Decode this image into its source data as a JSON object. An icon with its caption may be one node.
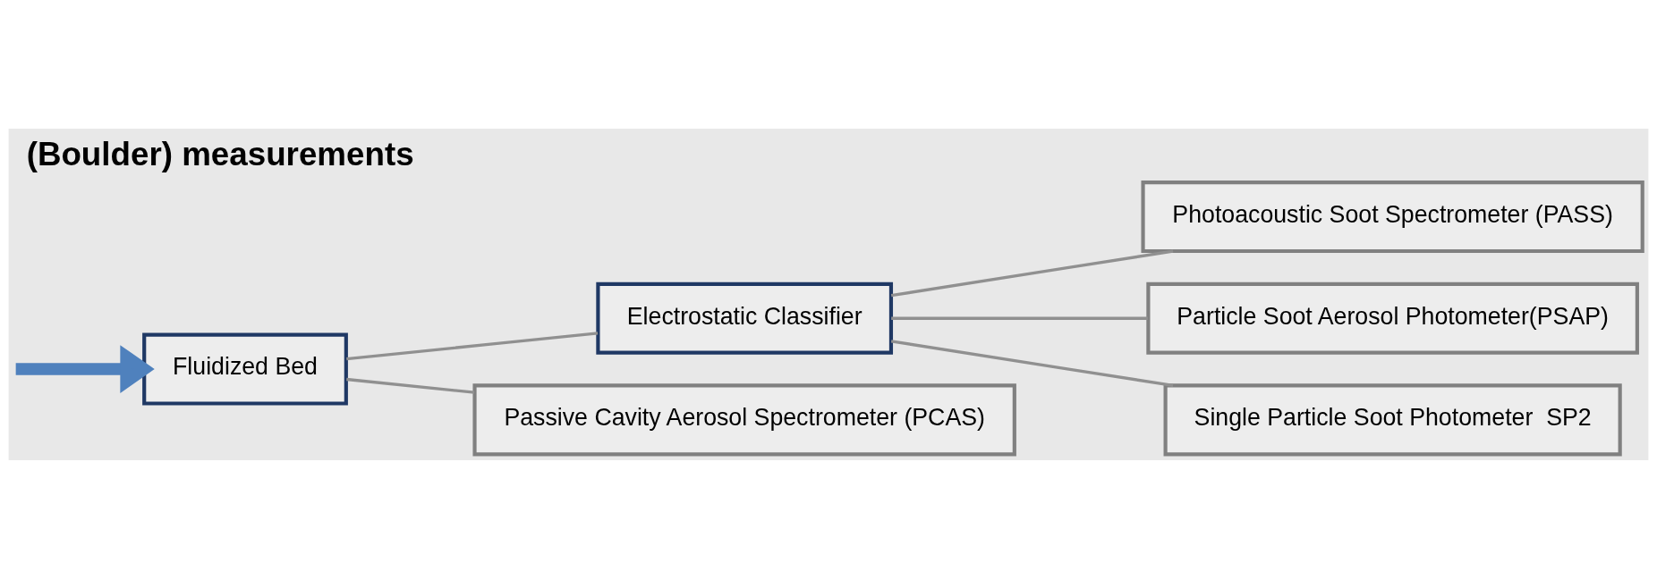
{
  "diagram": {
    "title": "(Boulder) measurements",
    "nodes": [
      {
        "text": [
          "Fluidized Bed"
        ]
      },
      {
        "text": [
          "Electrostatic Classifier"
        ]
      },
      {
        "text": [
          "Photoacoustic Soot Spectrometer (PASS)"
        ]
      },
      {
        "text": [
          "Particle Soot Aerosol Photometer(PSAP)"
        ]
      },
      {
        "text": [
          "Single Particle Soot Photometer  SP2"
        ]
      },
      {
        "text": [
          "Passive Cavity Aerosol Spectrometer (PCAS)"
        ]
      }
    ],
    "edges": [
      {
        "from": null,
        "to": 0,
        "arrow": "to",
        "style": "thick",
        "color": "#4f81bd"
      },
      {
        "from": 0,
        "to": 1,
        "arrow": "none"
      },
      {
        "from": 0,
        "to": 5,
        "arrow": "none"
      },
      {
        "from": 1,
        "to": 2,
        "arrow": "none"
      },
      {
        "from": 1,
        "to": 3,
        "arrow": "none"
      },
      {
        "from": 1,
        "to": 4,
        "arrow": "none"
      }
    ]
  }
}
